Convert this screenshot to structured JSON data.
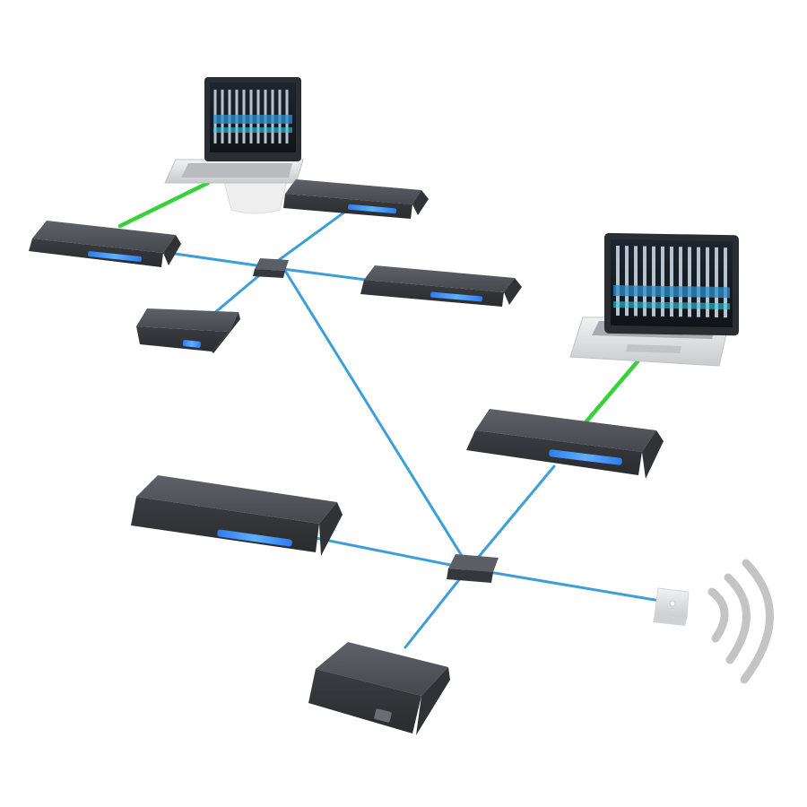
{
  "diagram": {
    "colors": {
      "background": "#ffffff",
      "ethernet_link": "#3d9fd8",
      "host_link": "#36d23a",
      "device_body": "#3e4146",
      "device_top": "#55595f",
      "led_bar": "#3f8fff",
      "laptop_silver": "#d9dbde",
      "wifi_arc": "#c4c4c4",
      "access_point": "#f2f2f2"
    },
    "nodes": [
      {
        "id": "laptop-top",
        "type": "laptop-on-stand"
      },
      {
        "id": "laptop-right",
        "type": "laptop"
      },
      {
        "id": "switch-top",
        "type": "network-switch"
      },
      {
        "id": "switch-bottom",
        "type": "network-switch"
      },
      {
        "id": "rack-left-top",
        "type": "rack-audio-interface"
      },
      {
        "id": "rack-upper-middle",
        "type": "rack-audio-interface"
      },
      {
        "id": "rack-right-top",
        "type": "rack-audio-interface"
      },
      {
        "id": "compact-interface",
        "type": "compact-audio-interface"
      },
      {
        "id": "rack-right-middle",
        "type": "rack-audio-interface"
      },
      {
        "id": "rack-left-bottom",
        "type": "rack-audio-interface"
      },
      {
        "id": "desktop-interface",
        "type": "desktop-audio-interface"
      },
      {
        "id": "wireless-ap",
        "type": "wireless-access-point"
      }
    ],
    "links": [
      {
        "from": "laptop-top",
        "to": "rack-left-top",
        "kind": "host"
      },
      {
        "from": "laptop-right",
        "to": "rack-right-middle",
        "kind": "host"
      },
      {
        "from": "switch-top",
        "to": "rack-left-top",
        "kind": "ethernet"
      },
      {
        "from": "switch-top",
        "to": "rack-upper-middle",
        "kind": "ethernet"
      },
      {
        "from": "switch-top",
        "to": "rack-right-top",
        "kind": "ethernet"
      },
      {
        "from": "switch-top",
        "to": "compact-interface",
        "kind": "ethernet"
      },
      {
        "from": "switch-top",
        "to": "switch-bottom",
        "kind": "ethernet"
      },
      {
        "from": "switch-bottom",
        "to": "rack-right-middle",
        "kind": "ethernet"
      },
      {
        "from": "switch-bottom",
        "to": "rack-left-bottom",
        "kind": "ethernet"
      },
      {
        "from": "switch-bottom",
        "to": "desktop-interface",
        "kind": "ethernet"
      },
      {
        "from": "switch-bottom",
        "to": "wireless-ap",
        "kind": "ethernet"
      }
    ]
  }
}
